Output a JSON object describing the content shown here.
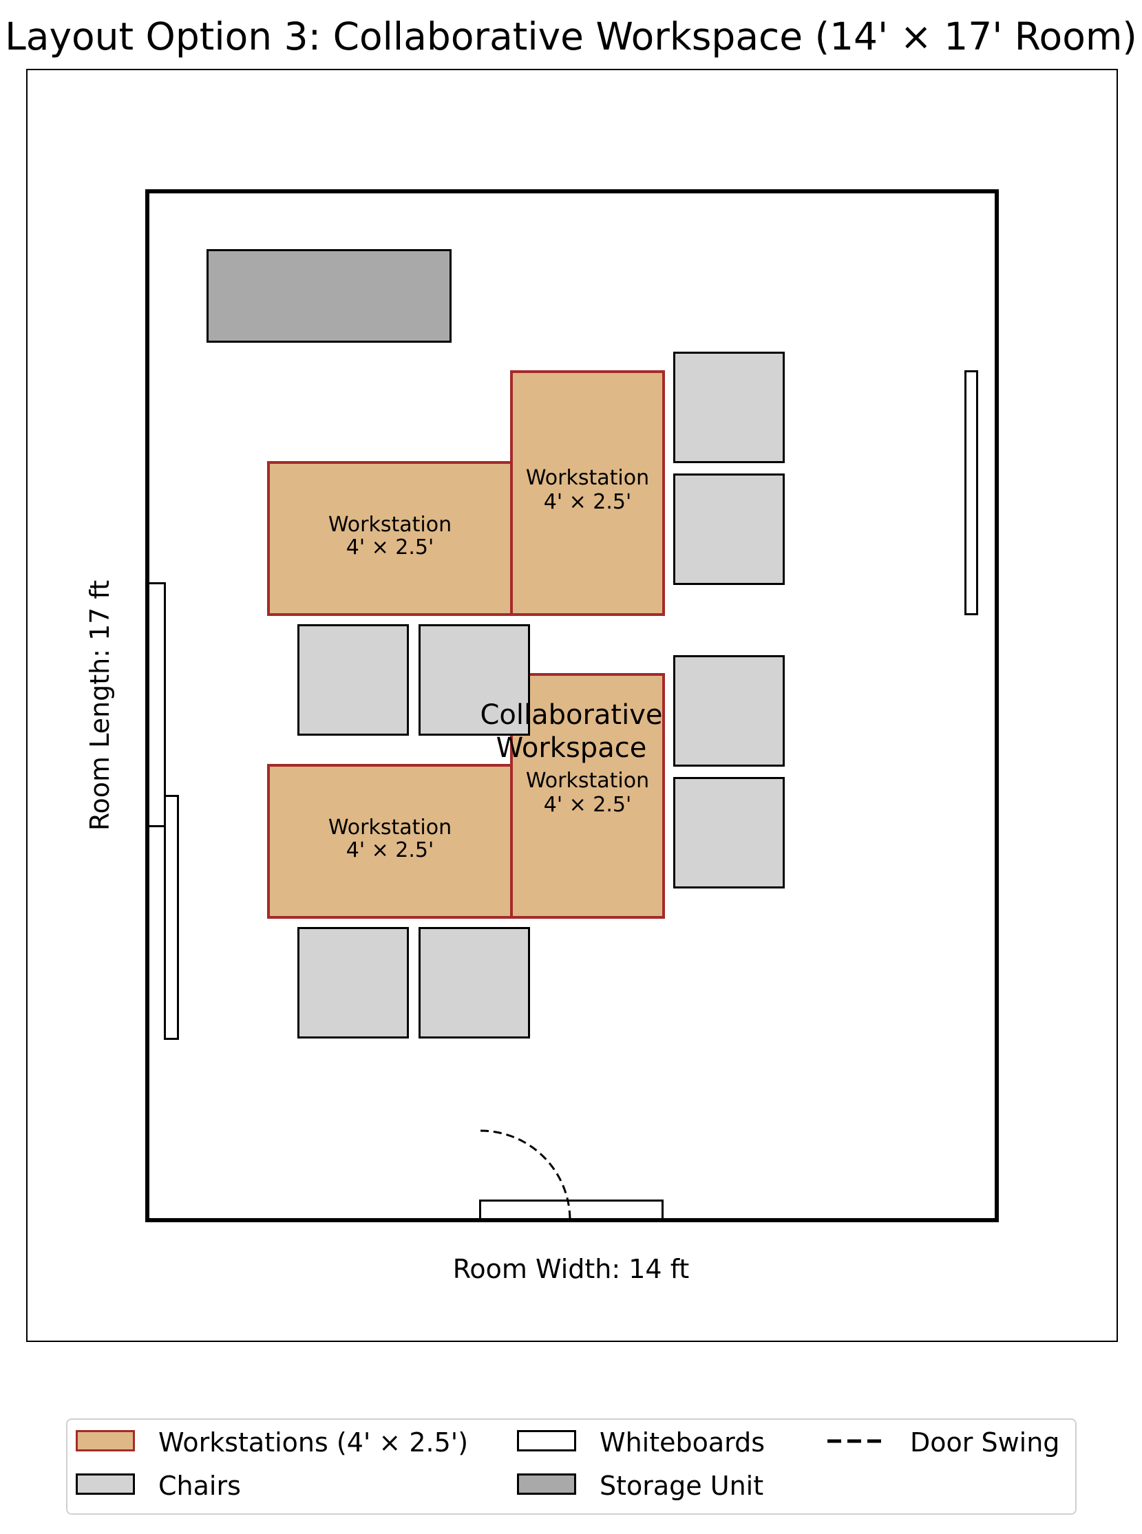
{
  "title": "Layout Option 3: Collaborative Workspace (14' × 17' Room)",
  "colors": {
    "workstation_fill": "#deb887",
    "workstation_border": "#a52a2a",
    "chair_fill": "#d3d3d3",
    "storage_fill": "#a9a9a9",
    "whiteboard_fill": "#ffffff",
    "wall": "#000000"
  },
  "room": {
    "width_label": "Room Width: 14 ft",
    "length_label": "Room Length: 17 ft",
    "width_ft": 14,
    "length_ft": 17
  },
  "center_label": "Collaborative\nWorkspace",
  "workstations": [
    {
      "name": "Workstation",
      "size": "4' × 2.5'"
    },
    {
      "name": "Workstation",
      "size": "4' × 2.5'"
    },
    {
      "name": "Workstation",
      "size": "4' × 2.5'"
    },
    {
      "name": "Workstation",
      "size": "4' × 2.5'"
    }
  ],
  "legend": {
    "items": [
      {
        "label": "Workstations (4' × 2.5')",
        "type": "workstation"
      },
      {
        "label": "Whiteboards",
        "type": "whiteboard"
      },
      {
        "label": "Door Swing",
        "type": "door-swing"
      },
      {
        "label": "Chairs",
        "type": "chair"
      },
      {
        "label": "Storage Unit",
        "type": "storage"
      }
    ]
  }
}
